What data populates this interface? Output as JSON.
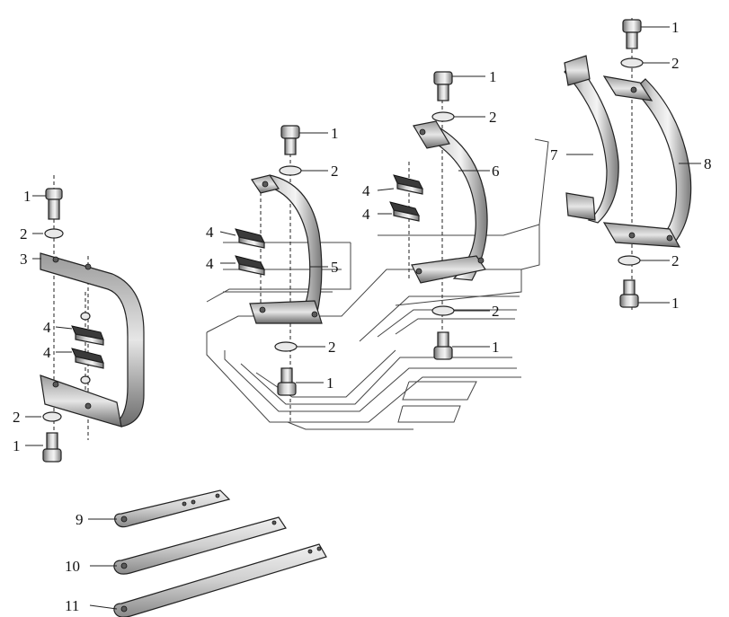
{
  "diagram": {
    "callouts": [
      {
        "id": "b1-top-right",
        "text": "1"
      },
      {
        "id": "w2-top-right",
        "text": "2"
      },
      {
        "id": "b1-mid-right",
        "text": "1"
      },
      {
        "id": "w2-mid-right",
        "text": "2"
      },
      {
        "id": "p6",
        "text": "6"
      },
      {
        "id": "p7",
        "text": "7"
      },
      {
        "id": "p8",
        "text": "8"
      },
      {
        "id": "w2-low-right",
        "text": "2"
      },
      {
        "id": "b1-low-right",
        "text": "1"
      },
      {
        "id": "b1-center-top",
        "text": "1"
      },
      {
        "id": "w2-center-top",
        "text": "2"
      },
      {
        "id": "k4-center-a",
        "text": "4"
      },
      {
        "id": "k4-center-b",
        "text": "4"
      },
      {
        "id": "k4-center-c",
        "text": "4"
      },
      {
        "id": "k4-center-d",
        "text": "4"
      },
      {
        "id": "p5",
        "text": "5"
      },
      {
        "id": "w2-center-low",
        "text": "2"
      },
      {
        "id": "b1-center-low",
        "text": "1"
      },
      {
        "id": "w2-center-low-b",
        "text": "2"
      },
      {
        "id": "b1-center-low-b",
        "text": "1"
      },
      {
        "id": "b1-left-top",
        "text": "1"
      },
      {
        "id": "w2-left-top",
        "text": "2"
      },
      {
        "id": "p3",
        "text": "3"
      },
      {
        "id": "k4-left-a",
        "text": "4"
      },
      {
        "id": "k4-left-b",
        "text": "4"
      },
      {
        "id": "w2-left-low",
        "text": "2"
      },
      {
        "id": "b1-left-low",
        "text": "1"
      },
      {
        "id": "p9",
        "text": "9"
      },
      {
        "id": "p10",
        "text": "10"
      },
      {
        "id": "p11",
        "text": "11"
      }
    ]
  }
}
